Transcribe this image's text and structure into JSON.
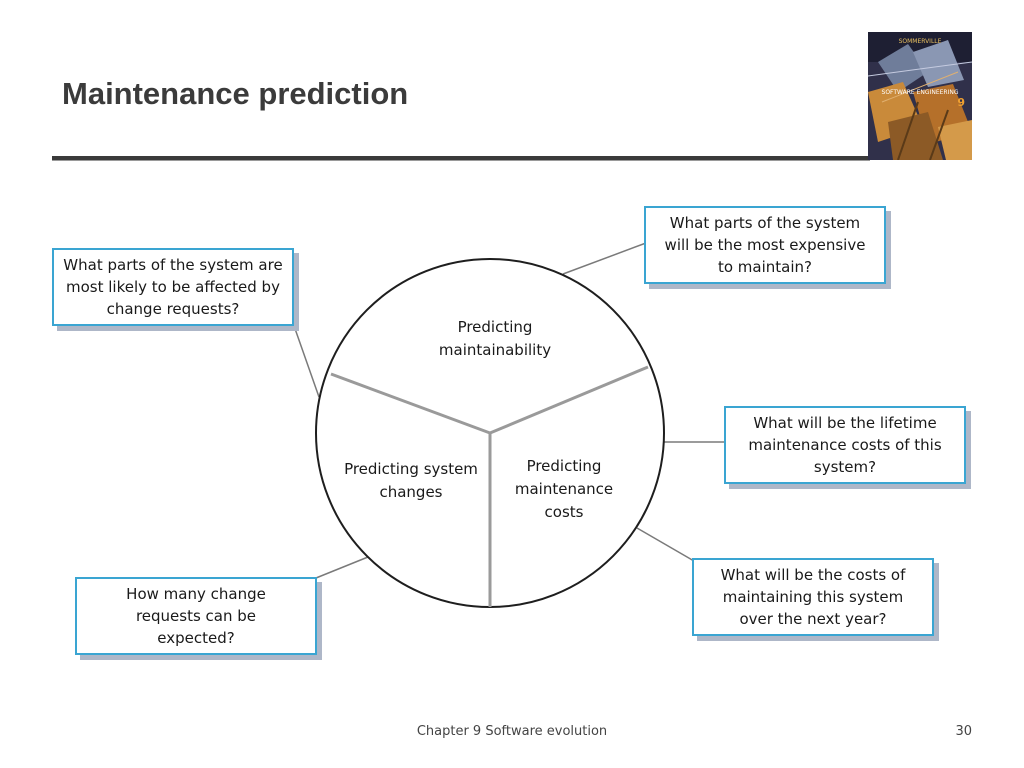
{
  "slide": {
    "title": "Maintenance prediction",
    "footer": "Chapter 9 Software evolution",
    "page_number": "30"
  },
  "book_cover": {
    "author": "SOMMERVILLE",
    "title": "SOFTWARE ENGINEERING",
    "edition": "9"
  },
  "diagram": {
    "sectors": {
      "maintainability": "Predicting\nmaintainability",
      "system_changes": "Predicting system\nchanges",
      "maintenance_costs": "Predicting\nmaintenance\ncosts"
    },
    "questions": {
      "affected_by_change": "What parts of the system are\nmost likely to be affected by\nchange requests?",
      "most_expensive": "What parts of the system\nwill be the most expensive\nto maintain?",
      "lifetime_costs": "What will be the lifetime\nmaintenance costs of this\nsystem?",
      "next_year_costs": "What will be the costs of\nmaintaining this system\nover the next year?",
      "change_requests_count": "How many change\nrequests can be\nexpected?"
    }
  }
}
